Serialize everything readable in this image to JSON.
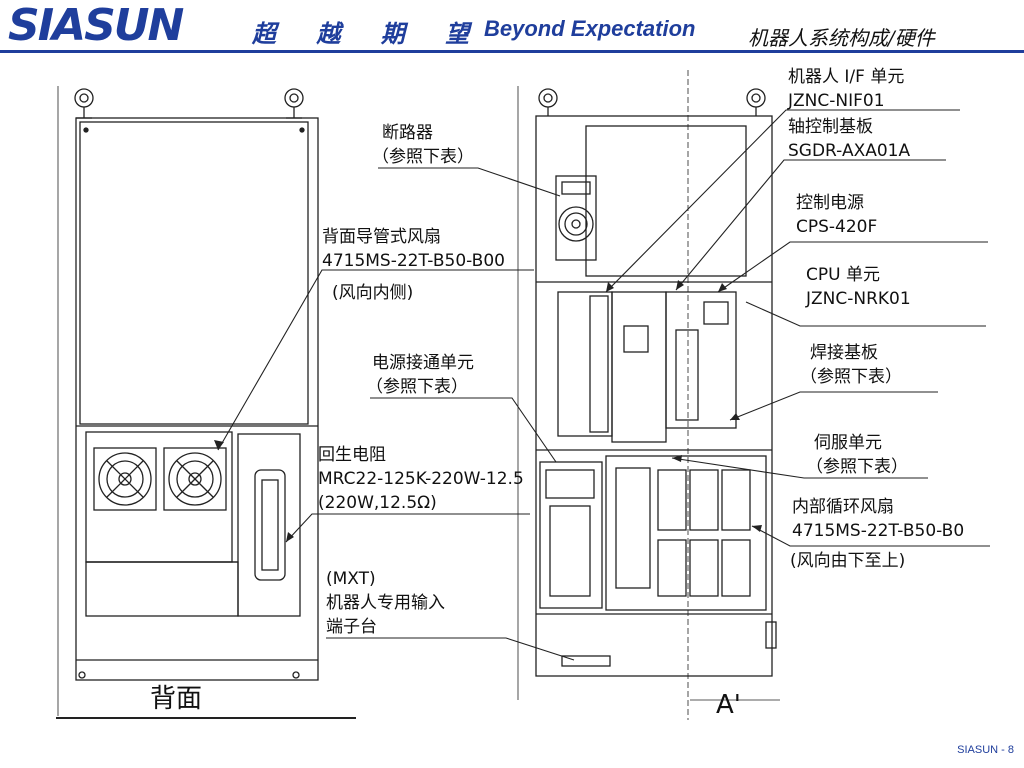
{
  "header": {
    "logo": "SIASUN",
    "slogan_cn": "超 越 期 望",
    "slogan_en": "Beyond Expectation",
    "section_title": "机器人系统构成/硬件"
  },
  "labels": {
    "breaker_1": "断路器",
    "breaker_2": "（参照下表）",
    "fan_1": "背面导管式风扇",
    "fan_2": "4715MS-22T-B50-B00",
    "fan_3": "(风向内侧)",
    "power_on_1": "电源接通单元",
    "power_on_2": "（参照下表）",
    "regen_1": "回生电阻",
    "regen_2": "MRC22-125K-220W-12.5",
    "regen_3": "(220W,12.5Ω)",
    "mxt_1": "(MXT)",
    "mxt_2": "机器人专用输入",
    "mxt_3": "端子台",
    "rear": "背面",
    "if_unit_1": "机器人 I/F 单元",
    "if_unit_2": "JZNC-NIF01",
    "axis_1": "轴控制基板",
    "axis_2": "SGDR-AXA01A",
    "psu_1": "控制电源",
    "psu_2": "CPS-420F",
    "cpu_1": "CPU 单元",
    "cpu_2": "JZNC-NRK01",
    "weld_1": "焊接基板",
    "weld_2": "（参照下表）",
    "servo_1": "伺服单元",
    "servo_2": "（参照下表）",
    "cfan_1": "内部循环风扇",
    "cfan_2": "4715MS-22T-B50-B0",
    "cfan_3": "(风向由下至上)",
    "view": "A'"
  },
  "footer": "SIASUN - 8"
}
